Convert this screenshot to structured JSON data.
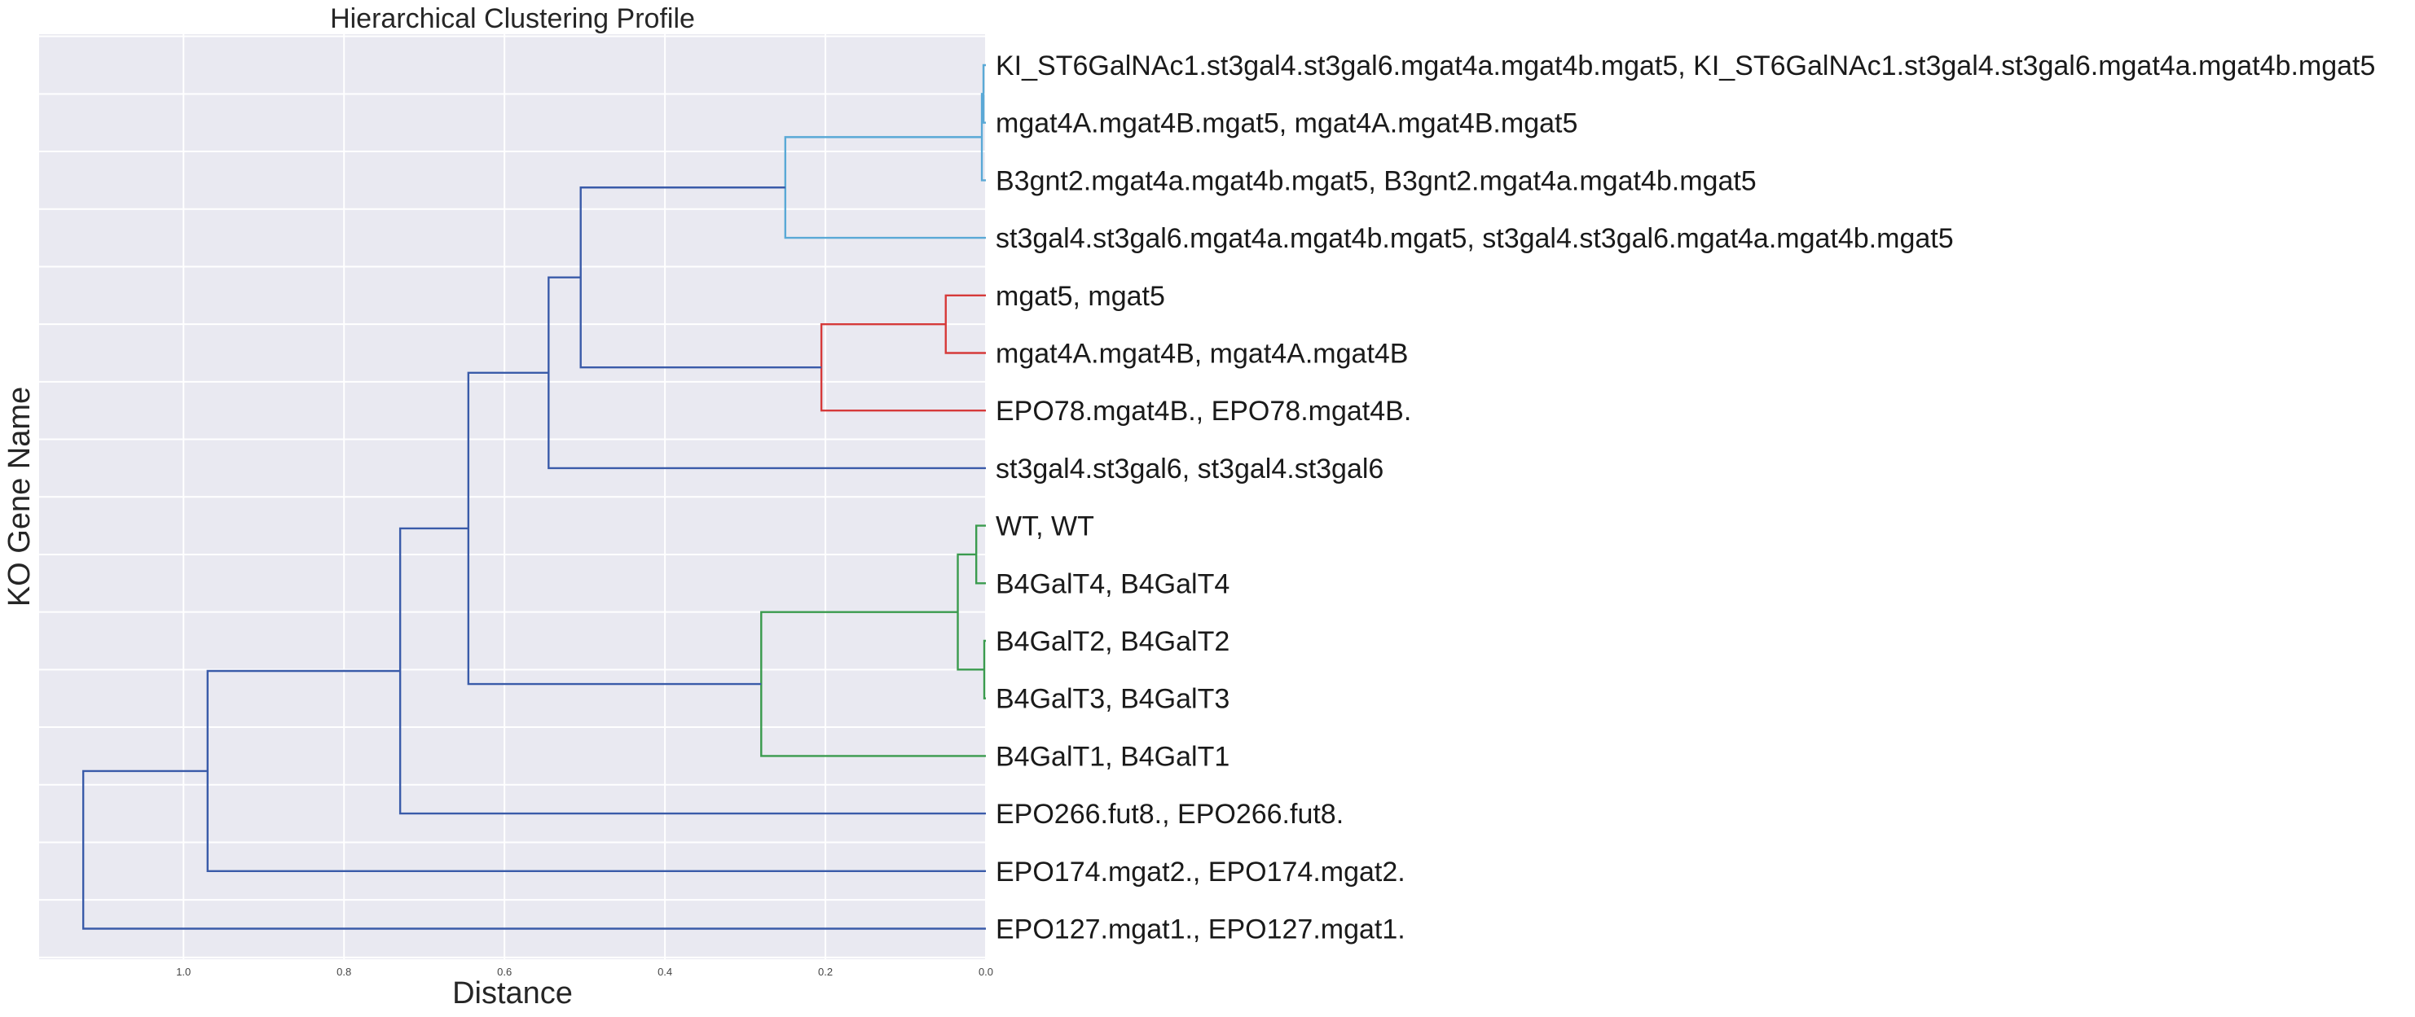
{
  "chart_data": {
    "type": "dendrogram",
    "title": "Hierarchical Clustering Profile",
    "xlabel": "Distance",
    "ylabel": "KO Gene Name",
    "xlim": [
      1.18,
      0.0
    ],
    "xticks": [
      1.0,
      0.8,
      0.6,
      0.4,
      0.2,
      0.0
    ],
    "xtick_labels": [
      "1.0",
      "0.8",
      "0.6",
      "0.4",
      "0.2",
      "0.0"
    ],
    "grid": true,
    "background": "#e9e9f1",
    "grid_color": "#ffffff",
    "colors": {
      "above_threshold": "#3a5ba9",
      "cluster_cyan": "#5aa9d6",
      "cluster_red": "#d63a3a",
      "cluster_green": "#3a9b4e"
    },
    "leaves": [
      "KI_ST6GalNAc1.st3gal4.st3gal6.mgat4a.mgat4b.mgat5, KI_ST6GalNAc1.st3gal4.st3gal6.mgat4a.mgat4b.mgat5",
      "mgat4A.mgat4B.mgat5, mgat4A.mgat4B.mgat5",
      "B3gnt2.mgat4a.mgat4b.mgat5, B3gnt2.mgat4a.mgat4b.mgat5",
      "st3gal4.st3gal6.mgat4a.mgat4b.mgat5, st3gal4.st3gal6.mgat4a.mgat4b.mgat5",
      "mgat5, mgat5",
      "mgat4A.mgat4B, mgat4A.mgat4B",
      "EPO78.mgat4B., EPO78.mgat4B.",
      "st3gal4.st3gal6, st3gal4.st3gal6",
      "WT, WT",
      "B4GalT4, B4GalT4",
      "B4GalT2, B4GalT2",
      "B4GalT3, B4GalT3",
      "B4GalT1, B4GalT1",
      "EPO266.fut8., EPO266.fut8.",
      "EPO174.mgat2., EPO174.mgat2.",
      "EPO127.mgat1., EPO127.mgat1."
    ],
    "merges": [
      {
        "id": "n1",
        "left": 0,
        "right": 1,
        "distance": 0.003,
        "color": "cluster_cyan"
      },
      {
        "id": "n2",
        "left": "n1",
        "right": 2,
        "distance": 0.005,
        "color": "cluster_cyan"
      },
      {
        "id": "n3",
        "left": "n2",
        "right": 3,
        "distance": 0.25,
        "color": "cluster_cyan"
      },
      {
        "id": "n4",
        "left": 4,
        "right": 5,
        "distance": 0.05,
        "color": "cluster_red"
      },
      {
        "id": "n5",
        "left": "n4",
        "right": 6,
        "distance": 0.205,
        "color": "cluster_red"
      },
      {
        "id": "n6",
        "left": "n3",
        "right": "n5",
        "distance": 0.505,
        "color": "above_threshold"
      },
      {
        "id": "n7",
        "left": "n6",
        "right": 7,
        "distance": 0.545,
        "color": "above_threshold"
      },
      {
        "id": "n8",
        "left": 8,
        "right": 9,
        "distance": 0.012,
        "color": "cluster_green"
      },
      {
        "id": "n9",
        "left": 10,
        "right": 11,
        "distance": 0.002,
        "color": "cluster_green"
      },
      {
        "id": "n10",
        "left": "n8",
        "right": "n9",
        "distance": 0.035,
        "color": "cluster_green"
      },
      {
        "id": "n11",
        "left": "n10",
        "right": 12,
        "distance": 0.28,
        "color": "cluster_green"
      },
      {
        "id": "n12",
        "left": "n7",
        "right": "n11",
        "distance": 0.645,
        "color": "above_threshold"
      },
      {
        "id": "n13",
        "left": "n12",
        "right": 13,
        "distance": 0.73,
        "color": "above_threshold"
      },
      {
        "id": "n14",
        "left": "n13",
        "right": 14,
        "distance": 0.97,
        "color": "above_threshold"
      },
      {
        "id": "n15",
        "left": "n14",
        "right": 15,
        "distance": 1.125,
        "color": "above_threshold"
      }
    ]
  }
}
